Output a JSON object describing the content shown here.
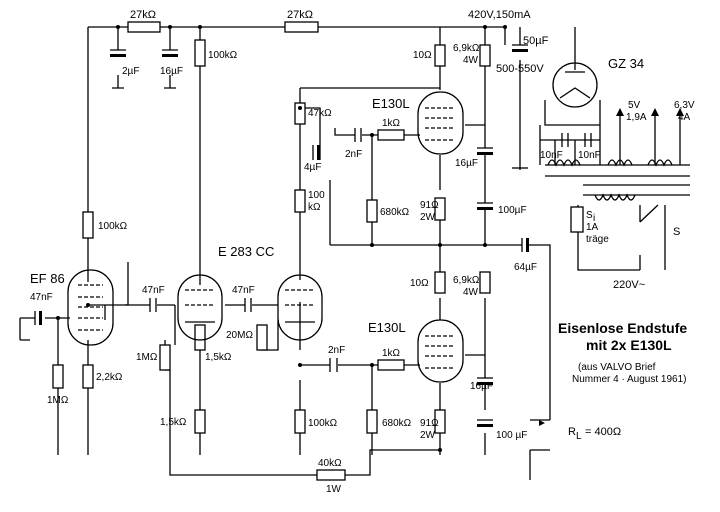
{
  "title": {
    "line1": "Eisenlose Endstufe",
    "line2": "mit 2x E130L",
    "source1": "(aus VALVO Brief",
    "source2": "Nummer 4 · August 1961)"
  },
  "tubes": {
    "ef86": "EF 86",
    "e283cc": "E 283 CC",
    "e130l_top": "E130L",
    "e130l_bot": "E130L",
    "gz34": "GZ 34"
  },
  "supply": {
    "voltage": "420V,150mA",
    "cap": "50µF",
    "cap_rating": "500-550V",
    "heater_5v": "5V",
    "heater_5v_a": "1,9A",
    "heater_63v": "6,3V",
    "heater_63v_a": "4A",
    "fuse": "S",
    "fuse_sub": "i",
    "fuse_rating": "1A",
    "fuse_type": "träge",
    "switch": "S",
    "mains": "220V~",
    "nf_a": "10nF",
    "nf_b": "10nF"
  },
  "labels": {
    "r27k_a": "27kΩ",
    "r27k_b": "27kΩ",
    "c2uf": "2µF",
    "c16uf": "16µF",
    "r100k_top": "100kΩ",
    "r100k_left": "100kΩ",
    "c47nf_1": "47nF",
    "c47nf_2": "47nF",
    "c47nf_3": "47nF",
    "r1m_grid": "1MΩ",
    "r2_2k": "2,2kΩ",
    "r1m_mid": "1MΩ",
    "r1_5k_a": "1,5kΩ",
    "r1_5k_b": "1,5kΩ",
    "r20m": "20MΩ",
    "r47k": "47kΩ",
    "c4uf": "4µF",
    "r100k_mid_a": "100",
    "r100k_mid_b": "kΩ",
    "c2nf_top": "2nF",
    "r1k_top": "1kΩ",
    "r680k_top": "680kΩ",
    "r10_top": "10Ω",
    "r6_9k_top": "6,9kΩ",
    "r6_9k_top_w": "4W",
    "c16uf_top": "16µF",
    "r91_top": "91Ω",
    "r91_top_w": "2W",
    "c100uf_top": "100µF",
    "c64uf": "64µF",
    "r10_bot": "10Ω",
    "r6_9k_bot": "6,9kΩ",
    "r6_9k_bot_w": "4W",
    "c2nf_bot": "2nF",
    "r1k_bot": "1kΩ",
    "c16uf_bot": "16µF",
    "r100k_bot": "100kΩ",
    "r680k_bot": "680kΩ",
    "r91_bot": "91Ω",
    "r91_bot_w": "2W",
    "c100uf_bot": "100 µF",
    "rl": "R",
    "rl_sub": "L",
    "rl_val": "= 400Ω",
    "r40k": "40kΩ",
    "r40k_w": "1W"
  }
}
